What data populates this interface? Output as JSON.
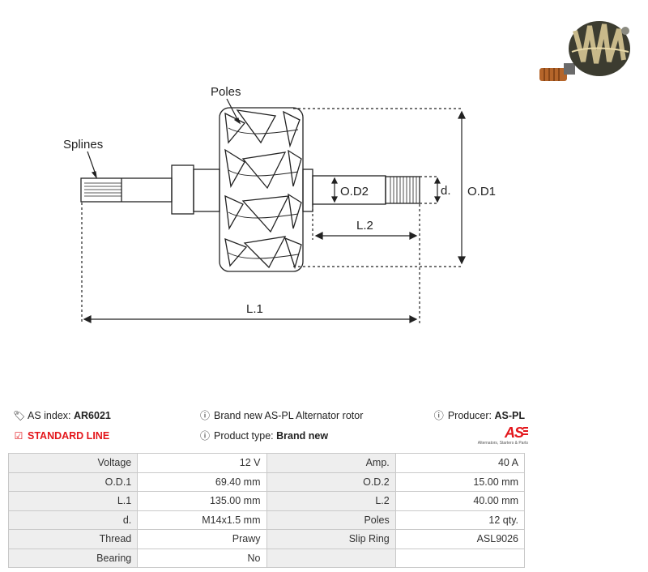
{
  "diagram": {
    "labels": {
      "poles": "Poles",
      "splines": "Splines",
      "od2": "O.D2",
      "d": "d.",
      "od1": "O.D1",
      "l2": "L.2",
      "l1": "L.1"
    }
  },
  "info": {
    "as_index_label": "AS index:",
    "as_index_value": "AR6021",
    "standard_line": "STANDARD LINE",
    "description": "Brand new AS-PL Alternator rotor",
    "product_type_label": "Product type:",
    "product_type_value": "Brand new",
    "producer_label": "Producer:",
    "producer_value": "AS-PL"
  },
  "logo": {
    "mark": "AS",
    "tagline": "Alternators, Starters & Parts"
  },
  "specs": [
    [
      "Voltage",
      "12 V",
      "Amp.",
      "40 A"
    ],
    [
      "O.D.1",
      "69.40 mm",
      "O.D.2",
      "15.00 mm"
    ],
    [
      "L.1",
      "135.00 mm",
      "L.2",
      "40.00 mm"
    ],
    [
      "d.",
      "M14x1.5 mm",
      "Poles",
      "12 qty."
    ],
    [
      "Thread",
      "Prawy",
      "Slip Ring",
      "ASL9026"
    ],
    [
      "Bearing",
      "No",
      "",
      ""
    ]
  ],
  "colors": {
    "accent": "#e3161b",
    "label_bg": "#eeeeee",
    "border": "#c9c9c9"
  },
  "icons": {
    "as_index": "tags-icon",
    "standard_line": "check-square-icon",
    "info": "info-circle-icon"
  }
}
